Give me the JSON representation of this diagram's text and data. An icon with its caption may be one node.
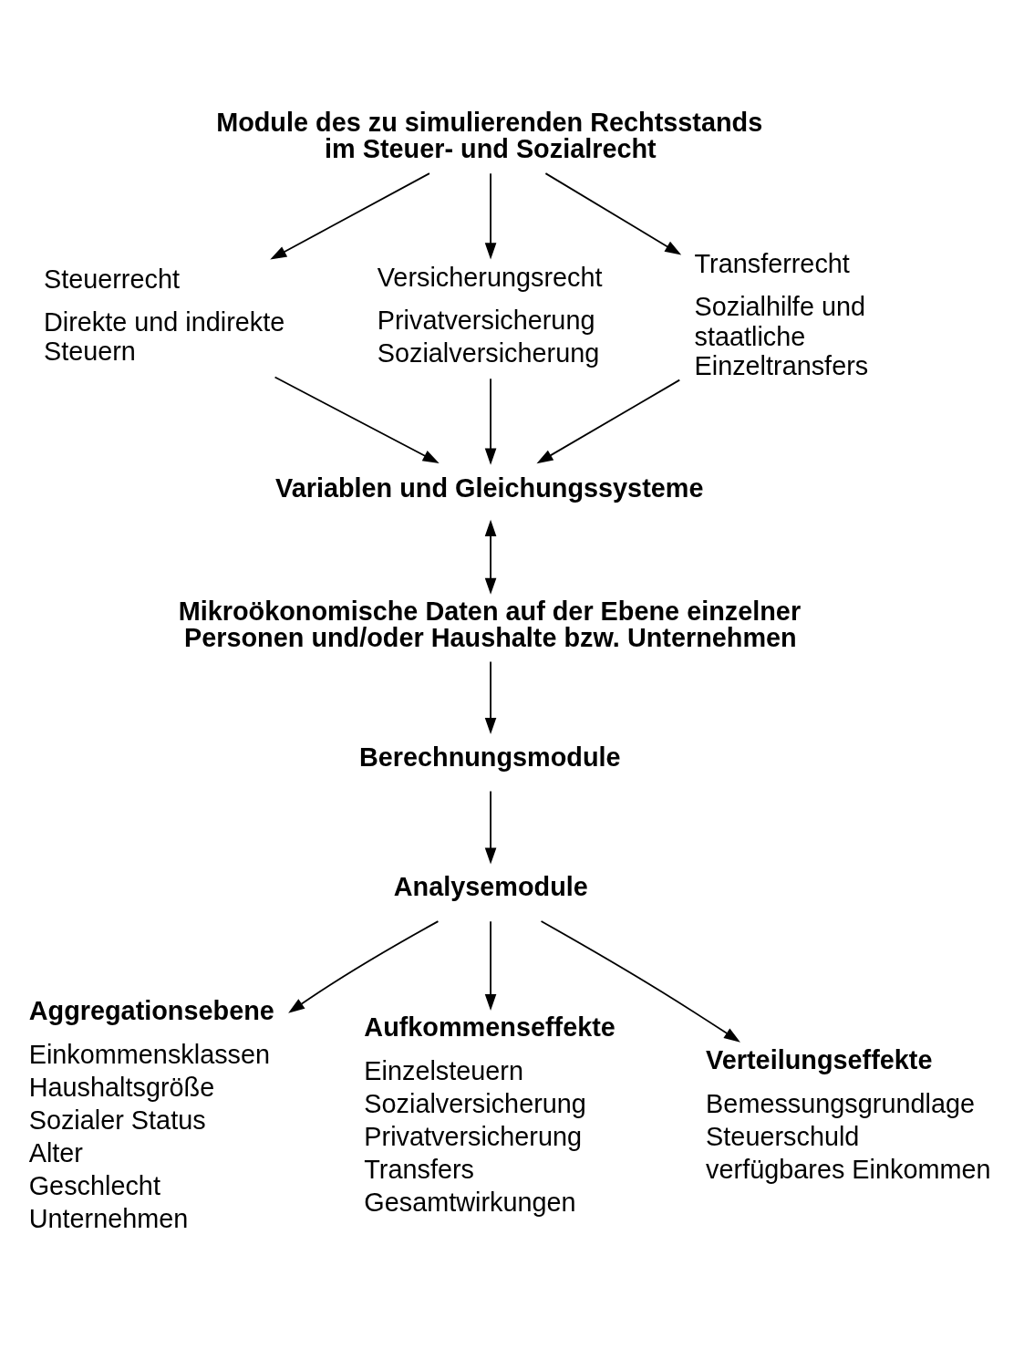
{
  "diagram": {
    "nodes": [
      {
        "text": [
          "Module des zu simulierenden Rechtsstands im Steuer- und Sozialrecht"
        ]
      },
      {
        "text": [
          "Steuerrecht",
          "Direkte und indirekte Steuern"
        ]
      },
      {
        "text": [
          "Versicherungsrecht",
          "Privatversicherung",
          "Sozialversicherung"
        ]
      },
      {
        "text": [
          "Transferrecht",
          "Sozialhilfe und staatliche Einzeltransfers"
        ]
      },
      {
        "text": [
          "Variablen und Gleichungssysteme"
        ]
      },
      {
        "text": [
          "Mikroökonomische Daten auf der Ebene einzelner Personen und/oder Haushalte bzw. Unternehmen"
        ]
      },
      {
        "text": [
          "Berechnungsmodule"
        ]
      },
      {
        "text": [
          "Analysemodule"
        ]
      },
      {
        "text": [
          "Aggregationsebene",
          "Einkommensklassen",
          "Haushaltsgröße",
          "Sozialer Status",
          "Alter",
          "Geschlecht",
          "Unternehmen"
        ]
      },
      {
        "text": [
          "Aufkommenseffekte",
          "Einzelsteuern",
          "Sozialversicherung",
          "Privatversicherung",
          "Transfers",
          "Gesamtwirkungen"
        ]
      },
      {
        "text": [
          "Verteilungseffekte",
          "Bemessungsgrundlage",
          "Steuerschuld",
          "verfügbares Einkommen"
        ]
      }
    ],
    "edges": [
      {
        "from": 0,
        "to": 1,
        "arrow": "to"
      },
      {
        "from": 0,
        "to": 2,
        "arrow": "to"
      },
      {
        "from": 0,
        "to": 3,
        "arrow": "to"
      },
      {
        "from": 1,
        "to": 4,
        "arrow": "to"
      },
      {
        "from": 2,
        "to": 4,
        "arrow": "to"
      },
      {
        "from": 3,
        "to": 4,
        "arrow": "to"
      },
      {
        "from": 4,
        "to": 5,
        "arrow": "both"
      },
      {
        "from": 5,
        "to": 6,
        "arrow": "to"
      },
      {
        "from": 6,
        "to": 7,
        "arrow": "to"
      },
      {
        "from": 7,
        "to": 8,
        "arrow": "to"
      },
      {
        "from": 7,
        "to": 9,
        "arrow": "to"
      },
      {
        "from": 7,
        "to": 10,
        "arrow": "to"
      }
    ]
  }
}
